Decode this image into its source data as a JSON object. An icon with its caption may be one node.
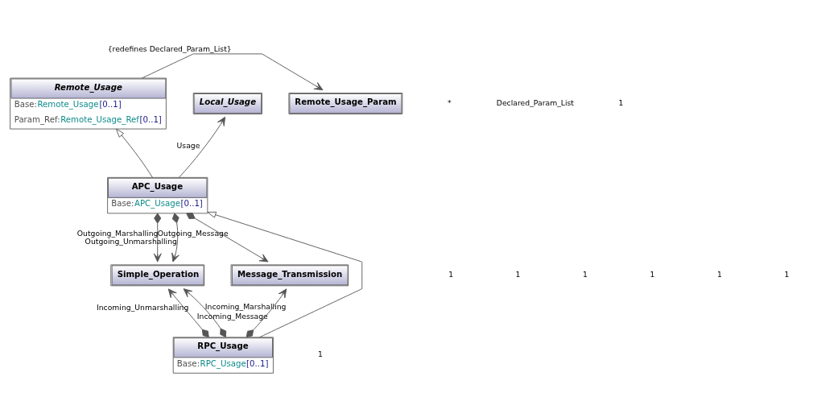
{
  "diagram": {
    "nodes": [
      {
        "text": [
          "Remote_Usage",
          "Base:Remote_Usage[0..1]",
          "Param_Ref:Remote_Usage_Ref[0..1]"
        ]
      },
      {
        "text": [
          "Remote_Usage_Param"
        ]
      },
      {
        "text": [
          "Local_Usage"
        ]
      },
      {
        "text": [
          "APC_Usage",
          "Base:APC_Usage[0..1]"
        ]
      },
      {
        "text": [
          "Simple_Operation"
        ]
      },
      {
        "text": [
          "Message_Transmission"
        ]
      },
      {
        "text": [
          "RPC_Usage",
          "Base:RPC_Usage[0..1]"
        ]
      }
    ],
    "edges": [
      {
        "from": 0,
        "to": 1,
        "arrow": "to",
        "label": "{redefines Declared_Param_List}"
      },
      {
        "from": 3,
        "to": 0,
        "arrow": "to"
      },
      {
        "from": 3,
        "to": 2,
        "arrow": "to",
        "label": "Usage"
      },
      {
        "from": 3,
        "to": 4,
        "arrow": "to",
        "label": "Outgoing_Marshalling"
      },
      {
        "from": 3,
        "to": 4,
        "arrow": "to",
        "label": "Outgoing_Unmarshalling"
      },
      {
        "from": 3,
        "to": 5,
        "arrow": "to",
        "label": "Outgoing_Message"
      },
      {
        "from": 6,
        "to": 3,
        "arrow": "to"
      },
      {
        "from": 6,
        "to": 4,
        "arrow": "to",
        "label": "Incoming_Unmarshalling"
      },
      {
        "from": 6,
        "to": 4,
        "arrow": "to",
        "label": "Incoming_Marshalling"
      },
      {
        "from": 6,
        "to": 5,
        "arrow": "to",
        "label": "Incoming_Message"
      }
    ],
    "labels": [
      "*",
      "Declared_Param_List",
      "1",
      "1",
      "1",
      "1",
      "1",
      "1",
      "1",
      "1"
    ]
  }
}
